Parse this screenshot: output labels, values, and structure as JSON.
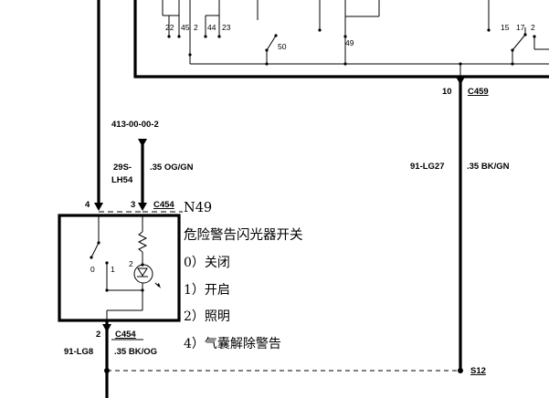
{
  "module_pins": {
    "p22": "22",
    "p45": "45",
    "p2a": "2",
    "p44": "44",
    "p23": "23",
    "p50": "50",
    "p49": "49",
    "p15": "15",
    "p17": "17",
    "p2b": "2"
  },
  "right_wire": {
    "pin": "10",
    "connector": "C459",
    "circuit": "91-LG27",
    "spec": ".35 BK/GN",
    "splice": "S12"
  },
  "left_wire": {
    "reference": "413-00-00-2",
    "circuit_id_1": "29S-",
    "circuit_id_2": "LH54",
    "spec": ".35 OG/GN"
  },
  "switch": {
    "pin_left": "4",
    "pin_right": "3",
    "connector_top": "C454",
    "id": "N49",
    "title": "危险警告闪光器开关",
    "positions": [
      "0）关闭",
      "1）开启",
      "2）照明",
      "4）气囊解除警告"
    ],
    "contact_0": "0",
    "contact_1": "1",
    "lamp_pin": "2"
  },
  "bottom_wire": {
    "pin": "2",
    "connector": "C454",
    "circuit": "91-LG8",
    "spec": ".35 BK/OG"
  }
}
